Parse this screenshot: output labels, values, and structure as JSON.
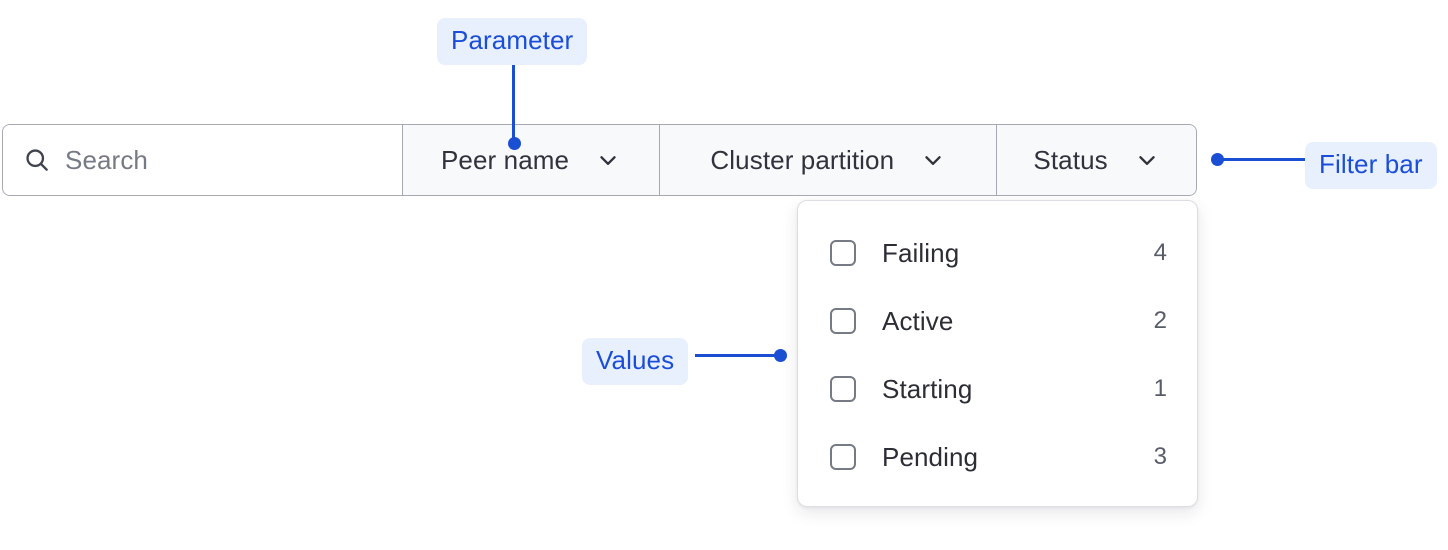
{
  "filter_bar": {
    "search": {
      "icon": "search-icon",
      "placeholder": "Search",
      "value": ""
    },
    "sections": [
      {
        "id": "peer-name",
        "label": "Peer name",
        "icon": "chevron-down-icon"
      },
      {
        "id": "cluster-partition",
        "label": "Cluster partition",
        "icon": "chevron-down-icon"
      },
      {
        "id": "status",
        "label": "Status",
        "icon": "chevron-down-icon"
      }
    ]
  },
  "values_panel": {
    "options": [
      {
        "label": "Failing",
        "count": "4",
        "checked": false
      },
      {
        "label": "Active",
        "count": "2",
        "checked": false
      },
      {
        "label": "Starting",
        "count": "1",
        "checked": false
      },
      {
        "label": "Pending",
        "count": "3",
        "checked": false
      }
    ]
  },
  "annotations": [
    {
      "id": "parameter",
      "label": "Parameter"
    },
    {
      "id": "filter-bar",
      "label": "Filter bar"
    },
    {
      "id": "values",
      "label": "Values"
    }
  ],
  "colors": {
    "accent": "#1a4fd4",
    "annotation_bg": "#e8f0fe",
    "annotation_text": "#1b4ed8",
    "bar_border": "#a6a9b4",
    "bar_bg": "#f8f9fa",
    "search_bg": "#ffffff",
    "label_text": "#30333d",
    "placeholder_text": "#767a85",
    "option_text": "#2c2e36",
    "count_text": "#585c68",
    "panel_border": "#dcdee3"
  }
}
